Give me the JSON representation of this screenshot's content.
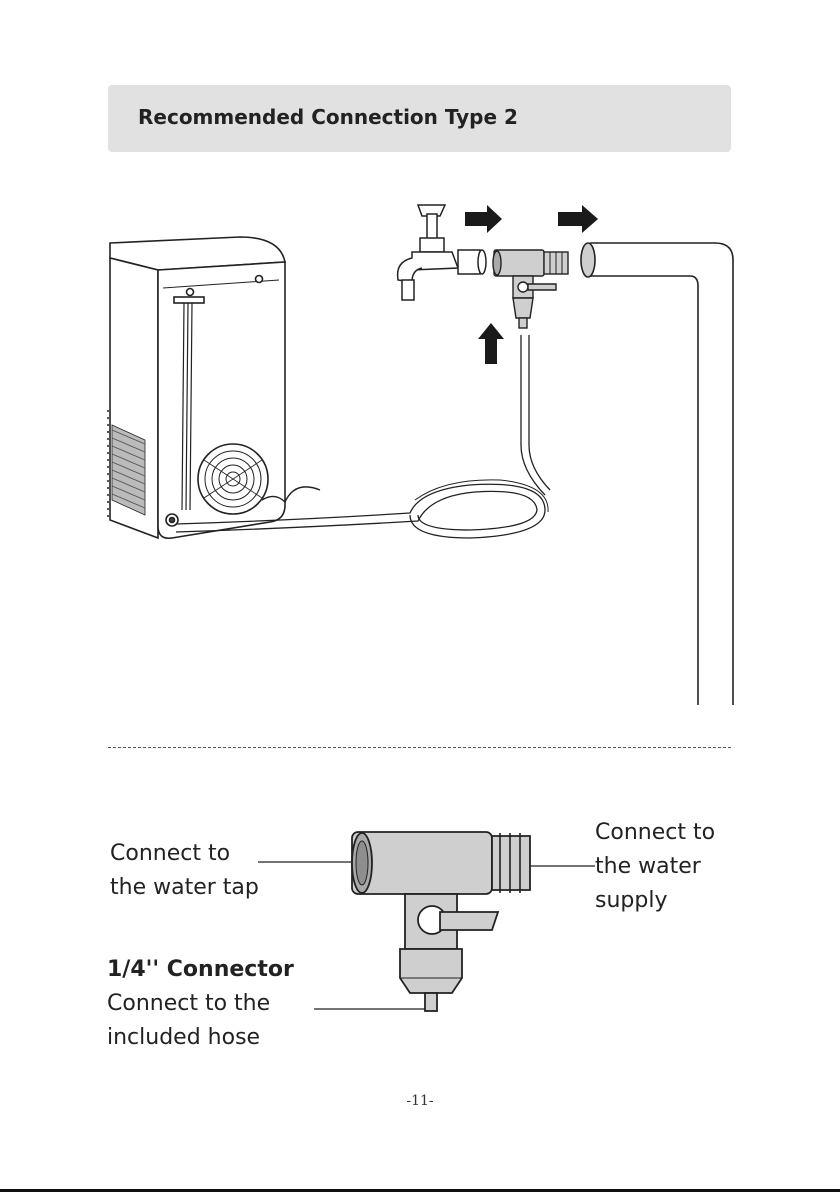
{
  "header": {
    "title": "Recommended Connection Type 2"
  },
  "labels": {
    "water_tap": [
      "Connect to",
      "the water tap"
    ],
    "water_supply": [
      "Connect to",
      "the water",
      "supply"
    ],
    "connector_title": "1/4'' Connector",
    "connector_desc": [
      "Connect to the",
      "included hose"
    ]
  },
  "page_number": "-11-",
  "colors": {
    "header_bg": "#e1e1e1",
    "part_fill": "#cfcfcf",
    "arrow": "#1a1a1a"
  }
}
